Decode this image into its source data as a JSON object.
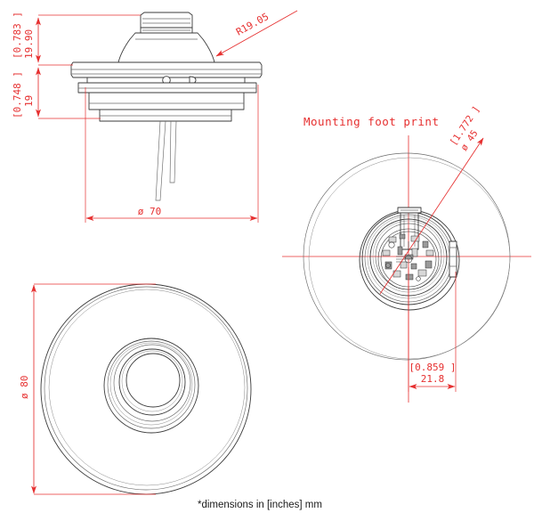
{
  "document": {
    "type": "engineering-drawing",
    "footer_note": "*dimensions in [inches] mm",
    "units_primary": "mm",
    "units_bracketed": "inches",
    "colors": {
      "dimension_red": "#e63030",
      "outline_dark": "#3b3b3b",
      "outline_light": "#8a8a8a",
      "background": "#ffffff",
      "note_black": "#1a1a1a"
    }
  },
  "views": {
    "side_elevation": {
      "name": "side-elevation-view",
      "dimensions": {
        "upper_height_in": "[0.783 ]",
        "upper_height_mm": "19.90",
        "lower_height_in": "[0.748 ]",
        "lower_height_mm": "19",
        "width_diameter": "ø 70",
        "radius_callout": "R19.05"
      }
    },
    "bottom_plan": {
      "name": "bottom-plan-view",
      "dimensions": {
        "outer_diameter": "ø 80"
      }
    },
    "mounting_footprint": {
      "name": "mounting-footprint-view",
      "title": "Mounting foot print",
      "dimensions": {
        "bolt_circle_in": "[1.772 ]",
        "bolt_circle_mm": "ø 45",
        "offset_in": "[0.859 ]",
        "offset_mm": "21.8"
      }
    }
  }
}
